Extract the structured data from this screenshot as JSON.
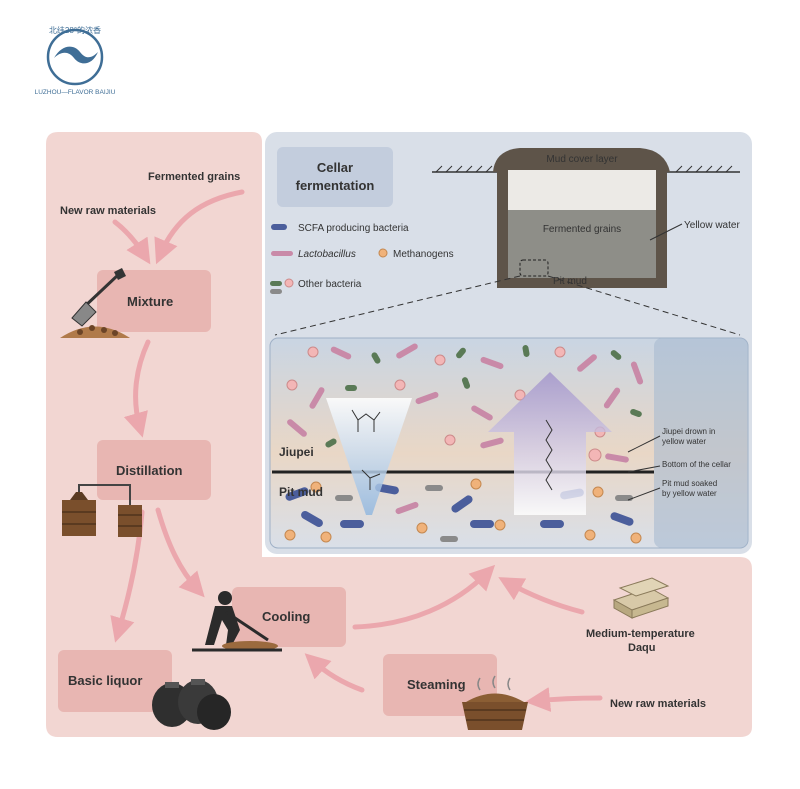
{
  "logo": {
    "arc_text": "北纬28°的浓香",
    "ring_text": "LUZHOU—FLAVOR BAIJIU"
  },
  "left_flow": {
    "fermented_grains": "Fermented grains",
    "new_raw_materials": "New raw materials",
    "mixture": "Mixture",
    "distillation": "Distillation",
    "cooling": "Cooling",
    "basic_liquor": "Basic liquor",
    "steaming": "Steaming",
    "new_raw_materials_bottom": "New raw materials",
    "daqu_line1": "Medium-temperature",
    "daqu_line2": "Daqu"
  },
  "cellar": {
    "title_line1": "Cellar",
    "title_line2": "fermentation",
    "legend": {
      "scfa": "SCFA producing bacteria",
      "lactobacillus": "Lactobacillus",
      "methanogens": "Methanogens",
      "other": "Other bacteria"
    },
    "pit": {
      "mud_cover_layer": "Mud cover layer",
      "fermented_grains": "Fermented grains",
      "yellow_water": "Yellow water",
      "pit_mud": "Pit mud"
    },
    "zoom": {
      "jiupei": "Jiupei",
      "pit_mud": "Pit mud",
      "annot1_line1": "Jiupei drown in",
      "annot1_line2": "yellow water",
      "annot2": "Bottom of the cellar",
      "annot3_line1": "Pit mud soaked",
      "annot3_line2": "by yellow water"
    }
  },
  "colors": {
    "pink_panel": "#f2d6d2",
    "pink_box": "#e8b6b2",
    "arrow": "#eba7ad",
    "blue_panel": "#d9dfe8",
    "scfa": "#4b5e9c",
    "lactobacillus": "#c98aa8",
    "methanogens": "#f0b27a",
    "other_green": "#5a7a56"
  }
}
